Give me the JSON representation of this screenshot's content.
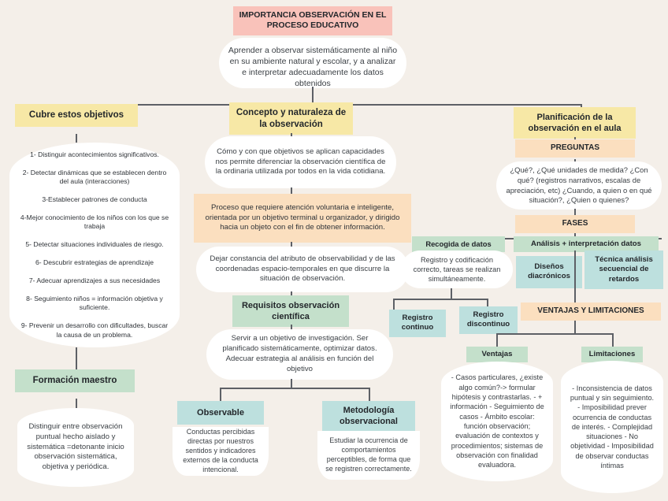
{
  "meta": {
    "title": "IMPORTANCIA OBSERVACIÓN EN EL PROCESO EDUCATIVO",
    "background": "#f4efe9",
    "connector_color": "#5d6066"
  },
  "palette": {
    "pink": "#f9c2ba",
    "yellow": "#f7e8a6",
    "green": "#c4e0cb",
    "teal": "#bde0de",
    "peach": "#fbdfbf",
    "white": "#ffffff"
  },
  "root": {
    "header": "IMPORTANCIA OBSERVACIÓN EN EL PROCESO EDUCATIVO",
    "body": "Aprender a observar sistemáticamente al niño en su ambiente natural y escolar, y a analizar e interpretar adecuadamente los datos obtenidos"
  },
  "branch_left": {
    "header": "Cubre estos objetivos",
    "objectives": [
      "1- Distinguir acontecimientos significativos.",
      "2-  Detectar dinámicas que se establecen dentro del aula (interacciones)",
      "3-Establecer patrones de conducta",
      "4-Mejor conocimiento de los niños con los que se trabaja",
      "5- Detectar situaciones individuales de riesgo.",
      "6- Descubrir estrategias de aprendizaje",
      "7- Adecuar aprendizajes a sus necesidades",
      "8- Seguimiento niños = información objetiva y suficiente.",
      "9- Prevenir un desarrollo con dificultades, buscar la causa de un problema."
    ],
    "formacion_header": "Formación maestro",
    "formacion_body": "Distinguir entre observación puntual hecho aislado y sistemática =detonante inicio observación sistemática, objetiva y periódica."
  },
  "branch_center": {
    "header": "Concepto y naturaleza de la observación",
    "blob1": "Cómo y con que objetivos se aplican capacidades nos permite diferenciar la observación científica de la ordinaria utilizada por todos en la vida cotidiana.",
    "highlight": "Proceso que requiere atención voluntaria e inteligente, orientada por un objetivo terminal u organizador, y dirigido hacia un objeto con el fin de obtener información.",
    "blob2": "Dejar constancia del atributo de observabilidad y de las coordenadas espacio-temporales en que discurre la situación de observación.",
    "requisitos_header": "Requisitos observación científica",
    "requisitos_body": "Servir a un objetivo de investigación. Ser planificado sistemáticamente, optimizar datos. Adecuar  estrategia al análisis en función del objetivo",
    "observable_header": "Observable",
    "observable_body": "Conductas percibidas directas por nuestros sentidos y indicadores externos de la conducta intencional.",
    "metodologia_header": "Metodología observacional",
    "metodologia_body": "Estudiar la ocurrencia de comportamientos perceptibles, de forma que se registren correctamente."
  },
  "branch_right": {
    "header": "Planificación de la observación en el aula",
    "preguntas_header": "PREGUNTAS",
    "preguntas_body": "¿Qué?, ¿Qué unidades de medida?  ¿Con qué? (registros narrativos, escalas de apreciación, etc) ¿Cuando, a quien o en qué situación?, ¿Quien o quienes?",
    "fases_header": "FASES",
    "recogida_header": "Recogida de datos",
    "recogida_body": "Registro y codificación correcto, tareas se realizan simultáneamente.",
    "registro_continuo": "Registro continuo",
    "registro_discontinuo": "Registro discontinuo",
    "analisis_header": "Análisis + interpretación datos",
    "disenos": "Diseños diacrónicos",
    "tecnica": "Técnica análisis secuencial de retardos",
    "ventajas_limitaciones_header": "VENTAJAS Y LIMITACIONES",
    "ventajas_header": "Ventajas",
    "ventajas_body": "- Casos particulares, ¿existe algo común?-> formular hipótesis y contrastarlas. - + información - Seguimiento de casos - Ámbito escolar: función observación; evaluación de contextos y procedimientos; sistemas de observación con finalidad evaluadora.",
    "limitaciones_header": "Limitaciones",
    "limitaciones_body": "- Inconsistencia de datos puntual y sin seguimiento. - Imposibilidad prever ocurrencia de conductas de interés. - Complejidad situaciones - No objetividad - Imposibilidad de observar conductas íntimas"
  }
}
